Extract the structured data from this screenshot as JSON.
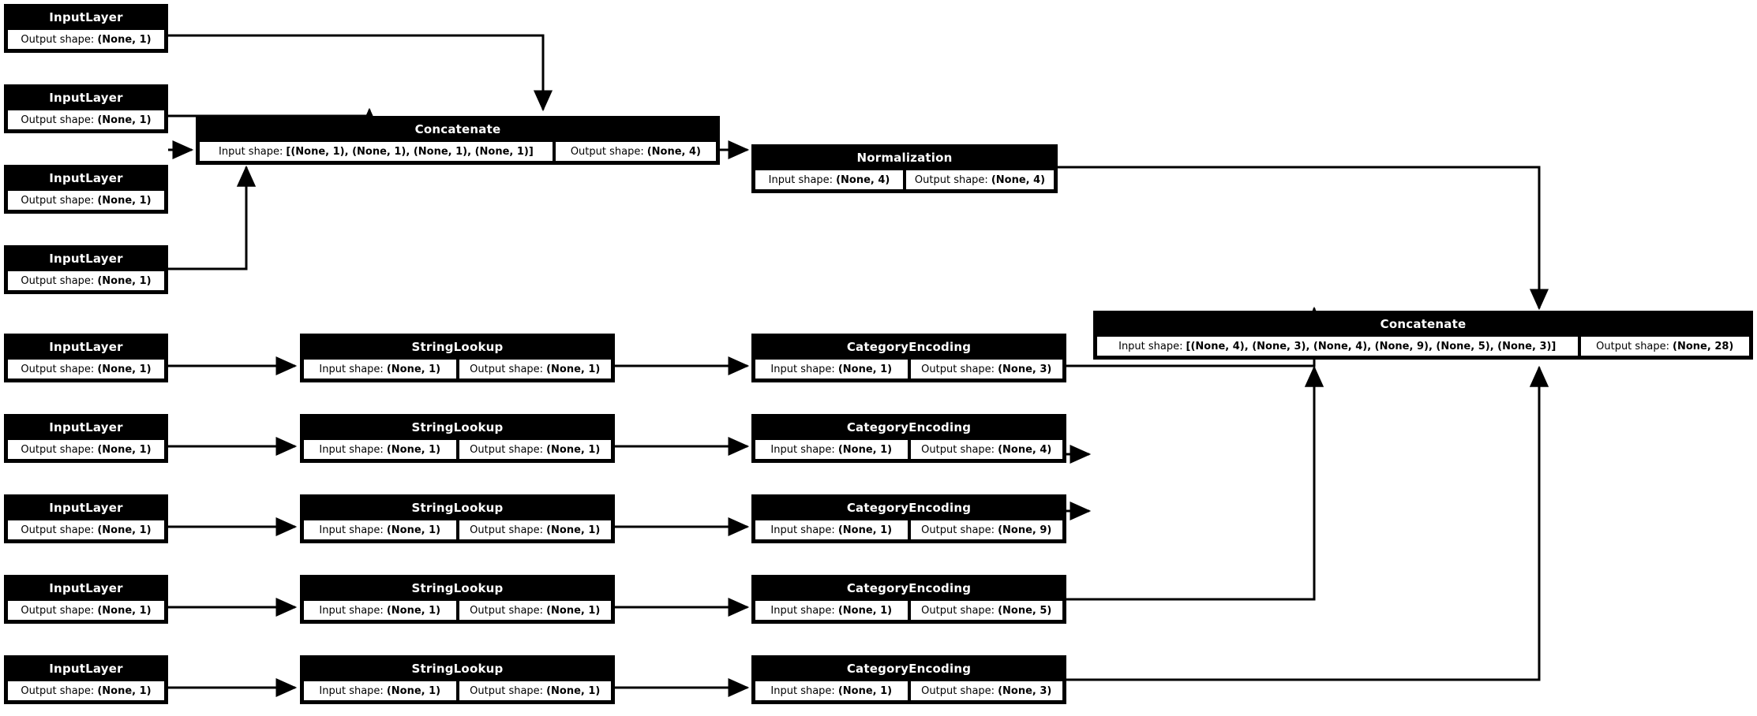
{
  "diagram": {
    "title": "Keras functional model plot",
    "labels": {
      "input_shape": "Input shape:",
      "output_shape": "Output shape:"
    },
    "colors": {
      "node_header_bg": "#000000",
      "node_header_fg": "#ffffff",
      "node_body_bg": "#ffffff",
      "border": "#000000",
      "edge": "#000000",
      "canvas": "#ffffff"
    }
  },
  "nodes": {
    "numeric_inputs": [
      {
        "type": "InputLayer",
        "output_shape": "(None, 1)"
      },
      {
        "type": "InputLayer",
        "output_shape": "(None, 1)"
      },
      {
        "type": "InputLayer",
        "output_shape": "(None, 1)"
      },
      {
        "type": "InputLayer",
        "output_shape": "(None, 1)"
      }
    ],
    "concat_numeric": {
      "type": "Concatenate",
      "input_shape": "[(None, 1), (None, 1), (None, 1), (None, 1)]",
      "output_shape": "(None, 4)"
    },
    "normalization": {
      "type": "Normalization",
      "input_shape": "(None, 4)",
      "output_shape": "(None, 4)"
    },
    "categorical_rows": [
      {
        "input": {
          "type": "InputLayer",
          "output_shape": "(None, 1)"
        },
        "lookup": {
          "type": "StringLookup",
          "input_shape": "(None, 1)",
          "output_shape": "(None, 1)"
        },
        "encoding": {
          "type": "CategoryEncoding",
          "input_shape": "(None, 1)",
          "output_shape": "(None, 3)"
        }
      },
      {
        "input": {
          "type": "InputLayer",
          "output_shape": "(None, 1)"
        },
        "lookup": {
          "type": "StringLookup",
          "input_shape": "(None, 1)",
          "output_shape": "(None, 1)"
        },
        "encoding": {
          "type": "CategoryEncoding",
          "input_shape": "(None, 1)",
          "output_shape": "(None, 4)"
        }
      },
      {
        "input": {
          "type": "InputLayer",
          "output_shape": "(None, 1)"
        },
        "lookup": {
          "type": "StringLookup",
          "input_shape": "(None, 1)",
          "output_shape": "(None, 1)"
        },
        "encoding": {
          "type": "CategoryEncoding",
          "input_shape": "(None, 1)",
          "output_shape": "(None, 9)"
        }
      },
      {
        "input": {
          "type": "InputLayer",
          "output_shape": "(None, 1)"
        },
        "lookup": {
          "type": "StringLookup",
          "input_shape": "(None, 1)",
          "output_shape": "(None, 1)"
        },
        "encoding": {
          "type": "CategoryEncoding",
          "input_shape": "(None, 1)",
          "output_shape": "(None, 5)"
        }
      },
      {
        "input": {
          "type": "InputLayer",
          "output_shape": "(None, 1)"
        },
        "lookup": {
          "type": "StringLookup",
          "input_shape": "(None, 1)",
          "output_shape": "(None, 1)"
        },
        "encoding": {
          "type": "CategoryEncoding",
          "input_shape": "(None, 1)",
          "output_shape": "(None, 3)"
        }
      }
    ],
    "concat_all": {
      "type": "Concatenate",
      "input_shape": "[(None, 4), (None, 3), (None, 4), (None, 9), (None, 5), (None, 3)]",
      "output_shape": "(None, 28)"
    }
  }
}
